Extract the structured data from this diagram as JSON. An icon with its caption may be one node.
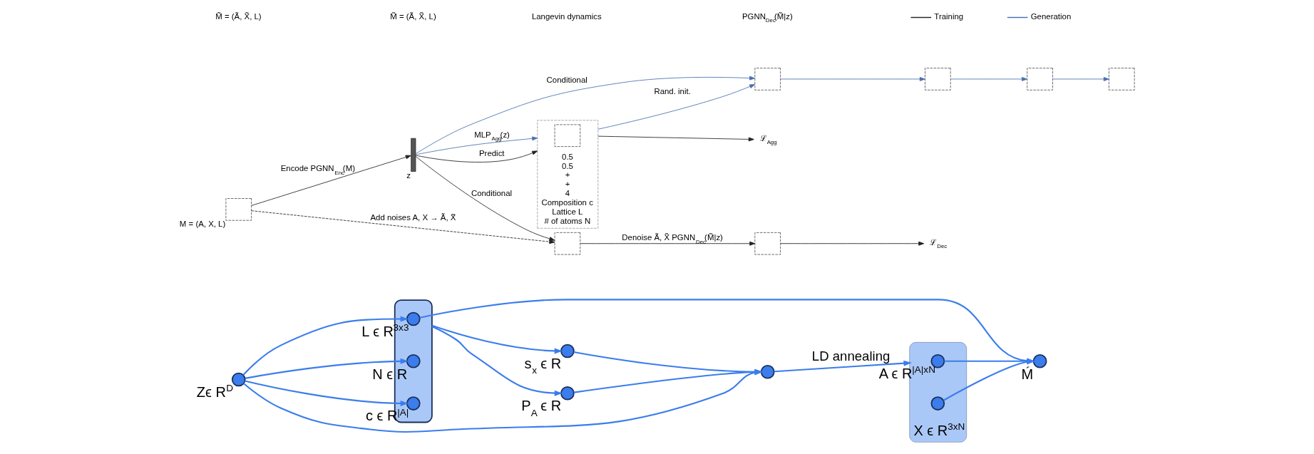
{
  "diagram": {
    "nodes": [
      {
        "text": [],
        "shape": "circle",
        "beside": [
          "Zϵ R$^{D}$"
        ]
      },
      {
        "text": [],
        "shape": "box"
      },
      {
        "text": [],
        "shape": "circle",
        "in": 1,
        "beside": [
          "L ϵ R$^{3x3}$"
        ]
      },
      {
        "text": [],
        "shape": "circle",
        "in": 1,
        "beside": [
          "N ϵ R"
        ]
      },
      {
        "text": [],
        "shape": "circle",
        "in": 1,
        "beside": [
          "c ϵ R$^{|A|}$"
        ]
      },
      {
        "text": [],
        "shape": "circle",
        "beside": [
          "s$_{x}$ ϵ R"
        ]
      },
      {
        "text": [],
        "shape": "circle",
        "beside": [
          "P$_{A}$ ϵ R"
        ]
      },
      {
        "text": [],
        "shape": "circle"
      },
      {
        "text": [],
        "shape": "box",
        "beside": [
          "X ϵ R$^{3xN}$"
        ]
      },
      {
        "text": [],
        "shape": "circle",
        "in": 8,
        "beside": [
          "A ϵ R$^{|A|xN}$"
        ]
      },
      {
        "text": [],
        "shape": "circle",
        "in": 8
      },
      {
        "text": [],
        "shape": "circle",
        "beside": [
          "Ḿ"
        ]
      },
      {
        "text": [],
        "shape": "box",
        "beside": [
          "M = (A, X, L)"
        ]
      },
      {
        "text": [],
        "shape": "bar",
        "beside": [
          "z"
        ]
      },
      {
        "text": [],
        "shape": "box"
      },
      {
        "text": [],
        "shape": "box"
      },
      {
        "text": [
          "ℒ$_{Dec}$"
        ]
      },
      {
        "text": [
          "0.5",
          "0.5",
          "+",
          "+",
          "4",
          "Composition c",
          "Lattice L",
          "# of atoms N"
        ]
      },
      {
        "text": [],
        "shape": "box",
        "in": 17
      },
      {
        "text": [
          "ℒ$_{Agg}$"
        ]
      },
      {
        "text": [],
        "shape": "box"
      },
      {
        "text": [],
        "shape": "box"
      },
      {
        "text": [],
        "shape": "box"
      },
      {
        "text": [],
        "shape": "box"
      }
    ],
    "edges": [
      {
        "from": 0,
        "to": 2,
        "arrow": "to"
      },
      {
        "from": 0,
        "to": 3,
        "arrow": "to"
      },
      {
        "from": 0,
        "to": 4,
        "arrow": "to"
      },
      {
        "from": 2,
        "to": 11,
        "arrow": "to"
      },
      {
        "from": 1,
        "to": 5,
        "arrow": "to"
      },
      {
        "from": 1,
        "to": 6,
        "arrow": "to"
      },
      {
        "from": 5,
        "to": 7,
        "arrow": "to"
      },
      {
        "from": 6,
        "to": 7,
        "arrow": "to"
      },
      {
        "from": 0,
        "to": 7,
        "arrow": "to"
      },
      {
        "from": 7,
        "to": 8,
        "arrow": "to",
        "label": "LD annealing"
      },
      {
        "from": 9,
        "to": 11,
        "arrow": "to"
      },
      {
        "from": 10,
        "to": 11,
        "arrow": "to"
      },
      {
        "from": 12,
        "to": 14,
        "arrow": "to",
        "style": "dashed",
        "color": "#222222",
        "label": "Add noises A, X → Ã, X̃"
      },
      {
        "from": 12,
        "to": 13,
        "arrow": "to",
        "color": "#222222",
        "label": "Encode PGNN$_{Enc}$(M)"
      },
      {
        "from": 13,
        "to": 14,
        "arrow": "to",
        "color": "#222222",
        "label": "Conditional"
      },
      {
        "from": 13,
        "to": 17,
        "arrow": "to",
        "color": "#222222",
        "label": "Predict"
      },
      {
        "from": 13,
        "to": 17,
        "arrow": "to",
        "color": "#4a6fb0",
        "label": "MLP$_{Agg}$(z)"
      },
      {
        "from": 17,
        "to": 20,
        "arrow": "to",
        "color": "#4a6fb0",
        "label": "Rand. init."
      },
      {
        "from": 13,
        "to": 20,
        "arrow": "to",
        "color": "#4a6fb0",
        "label": "Conditional"
      },
      {
        "from": 14,
        "to": 15,
        "arrow": "to",
        "color": "#222222",
        "label": "Denoise Ã, X̃ PGNN$_{Dec}$(M̃|z)"
      },
      {
        "from": 15,
        "to": 16,
        "arrow": "to",
        "color": "#222222"
      },
      {
        "from": 17,
        "to": 19,
        "arrow": "to",
        "color": "#222222"
      },
      {
        "from": 20,
        "to": 21,
        "arrow": "to",
        "color": "#4a6fb0"
      },
      {
        "from": 21,
        "to": 22,
        "arrow": "to",
        "color": "#4a6fb0"
      },
      {
        "from": 22,
        "to": 23,
        "arrow": "to",
        "color": "#4a6fb0"
      }
    ],
    "labels": [
      "M̃ = (Ã, X̃, L)",
      "M̃ = (Ã, X̃, L)",
      "Langevin dynamics",
      "PGNN$_{Dec}$(M̃|z)"
    ],
    "legend": [
      {
        "text": "Training"
      },
      {
        "text": "Generation"
      }
    ]
  }
}
